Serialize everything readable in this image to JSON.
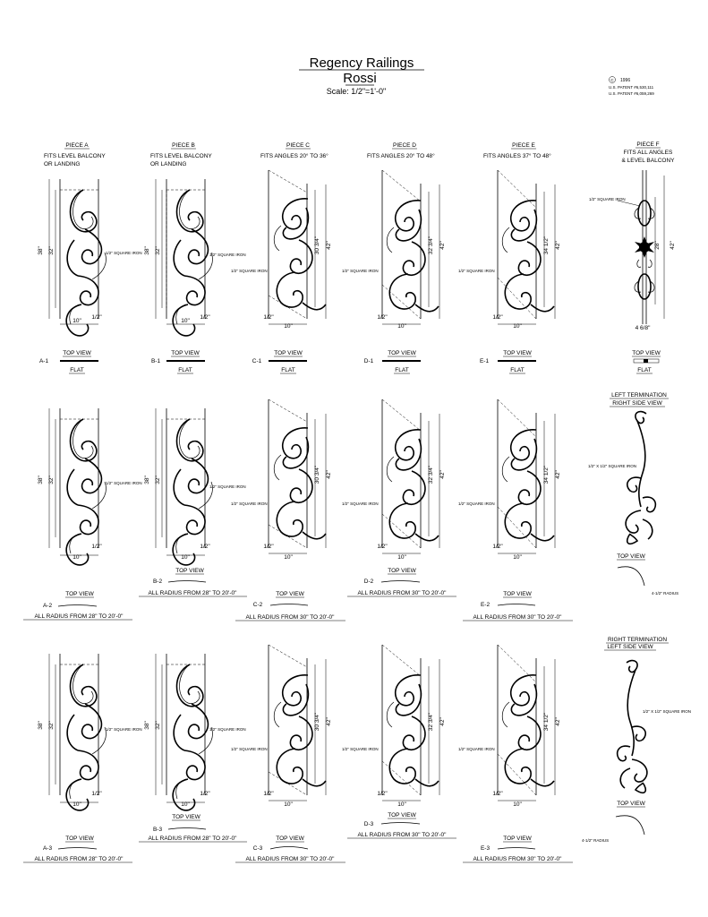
{
  "header": {
    "title": "Regency Railings",
    "subtitle": "Rossi",
    "scale": "Scale:  1/2\"=1'-0\"",
    "copyright_year": "1996",
    "patent_1": "U.S. PATENT #6,530,111",
    "patent_2": "U.S. PATENT #6,059,269"
  },
  "labels": {
    "top_view": "TOP VIEW",
    "flat": "FLAT",
    "square_iron": "1/2\" SQUARE IRON",
    "dim_38": "38\"",
    "dim_32": "32\"",
    "dim_42": "42\"",
    "dim_10": "10\"",
    "dim_half": "1/2\"",
    "dim_30_34": "30 3/4\"",
    "dim_32_34": "32 3/4\"",
    "dim_34_12": "34 1/2\"",
    "dim_28": "28\"",
    "dim_4_68": "4 6/8\"",
    "radius_28": "ALL RADIUS FROM 28\" TO 20'-0\"",
    "radius_30": "ALL RADIUS FROM 30\" TO 20'-0\""
  },
  "pieces": [
    {
      "id": "A",
      "title": "PIECE A",
      "desc1": "FITS LEVEL BALCONY",
      "desc2": "OR LANDING",
      "codes": [
        "A-1",
        "A-2",
        "A-3"
      ]
    },
    {
      "id": "B",
      "title": "PIECE B",
      "desc1": "FITS LEVEL BALCONY",
      "desc2": "OR LANDING",
      "codes": [
        "B-1",
        "B-2",
        "B-3"
      ]
    },
    {
      "id": "C",
      "title": "PIECE C",
      "desc1": "FITS ANGLES 20° TO 36°",
      "desc2": "",
      "codes": [
        "C-1",
        "C-2",
        "C-3"
      ]
    },
    {
      "id": "D",
      "title": "PIECE D",
      "desc1": "FITS ANGLES 20° TO 48°",
      "desc2": "",
      "codes": [
        "D-1",
        "D-2",
        "D-3"
      ]
    },
    {
      "id": "E",
      "title": "PIECE E",
      "desc1": "FITS ANGLES 37° TO 48°",
      "desc2": "",
      "codes": [
        "E-1",
        "E-2",
        "E-3"
      ]
    },
    {
      "id": "F",
      "title": "PIECE F",
      "desc1": "FITS ALL ANGLES",
      "desc2": "& LEVEL BALCONY",
      "codes": []
    }
  ],
  "terminations": {
    "left_title1": "LEFT TERMINATION",
    "left_title2": "RIGHT SIDE VIEW",
    "right_title1": "RIGHT TERMINATION",
    "right_title2": "LEFT SIDE VIEW",
    "square_iron_x": "1/2\" X 1/2\" SQUARE IRON",
    "radius": "4-1/2\" RADIUS"
  }
}
